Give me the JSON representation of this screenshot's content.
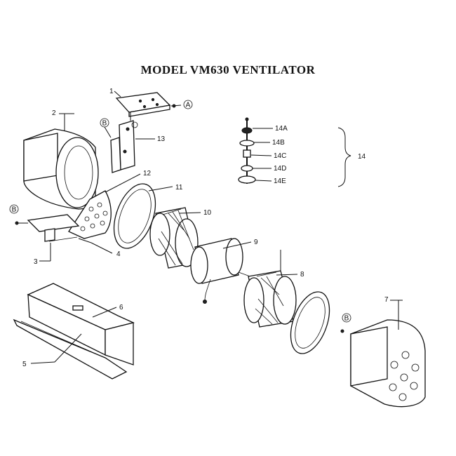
{
  "title": "MODEL VM630 VENTILATOR",
  "callouts": {
    "p1": "1",
    "p2": "2",
    "p3": "3",
    "p4": "4",
    "p5": "5",
    "p6": "6",
    "p7": "7",
    "p8": "8",
    "p9": "9",
    "p10": "10",
    "p11": "11",
    "p12": "12",
    "p13": "13",
    "p14": "14",
    "p14a": "14A",
    "p14b": "14B",
    "p14c": "14C",
    "p14d": "14D",
    "p14e": "14E"
  },
  "ref_markers": {
    "a": "A",
    "b1": "B",
    "b2": "B",
    "b3": "B"
  }
}
